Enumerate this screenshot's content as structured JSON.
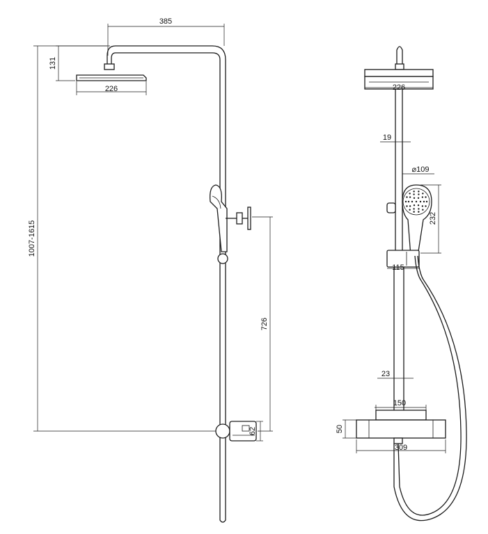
{
  "dimensions": {
    "side_arm_length": "385",
    "side_head_height": "131",
    "side_head_diameter": "226",
    "side_total_height": "1007-1615",
    "side_outlet_height": "726",
    "side_outlet_depth": "62",
    "front_head_diameter": "226",
    "front_pipe_diameter_top": "19",
    "front_hand_head_diameter": "⌀109",
    "front_hand_shower_length": "232",
    "front_slider_width": "115",
    "front_pipe_diameter_bottom": "23",
    "front_valve_centers": "150",
    "front_valve_height": "50",
    "front_valve_width": "309"
  },
  "colors": {
    "line": "#1a1a1a",
    "background": "#ffffff"
  }
}
